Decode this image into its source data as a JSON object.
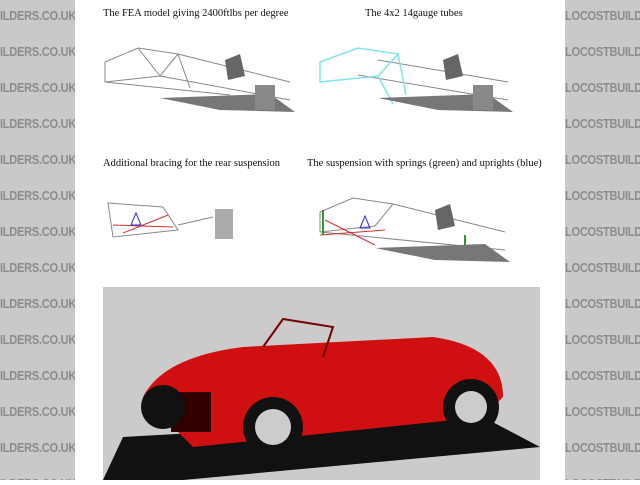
{
  "watermark": "LOCOSTBUILDERS.CO.UK",
  "captions": {
    "fea_model": "The FEA model giving 2400ftlbs per degree",
    "tubes": "The 4x2 14gauge tubes",
    "bracing": "Additional bracing for the rear suspension",
    "suspension": "The suspension with springs (green) and uprights (blue)"
  },
  "colors": {
    "tubes_highlight": "#7fe5ee",
    "springs": "#2a9a2a",
    "uprights": "#2a2acc",
    "car_body": "#d01010"
  }
}
